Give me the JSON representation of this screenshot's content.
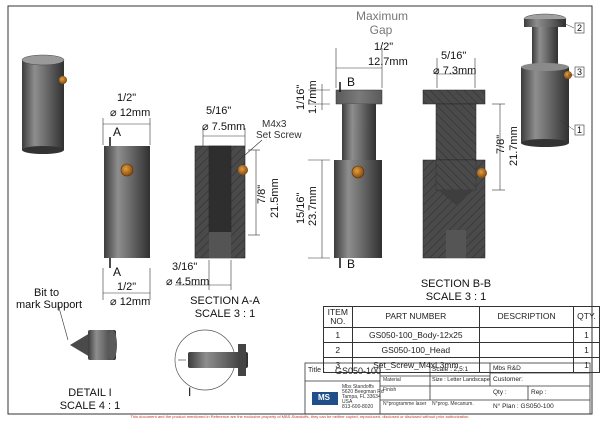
{
  "gap": {
    "title_1": "Maximum",
    "title_2": "Gap",
    "imperial": "1/2\"",
    "metric": "12.7mm"
  },
  "body_view": {
    "top_dia_imp": "1/2\"",
    "top_dia_met": "12mm",
    "bottom_dia_imp": "1/2\"",
    "bottom_dia_met": "12mm",
    "section_letter_top": "A",
    "section_letter_bottom": "A"
  },
  "section_aa": {
    "bore_imp": "5/16\"",
    "bore_met": "7.5mm",
    "set_screw_1": "M4x3",
    "set_screw_2": "Set Screw",
    "depth_imp": "7/8\"",
    "depth_met": "21.5mm",
    "tap_imp": "3/16\"",
    "tap_met": "4.5mm",
    "title": "SECTION A-A",
    "scale": "SCALE 3 : 1"
  },
  "head_view": {
    "head_imp": "1/16\"",
    "head_met": "1.7mm",
    "len_imp": "15/16\"",
    "len_met": "23.7mm",
    "section_letter_top": "B",
    "section_letter_bottom": "B"
  },
  "section_bb": {
    "dia_imp": "5/16\"",
    "dia_met": "7.3mm",
    "depth_imp": "7/8\"",
    "depth_met": "21.7mm",
    "title": "SECTION B-B",
    "scale": "SCALE 3 : 1"
  },
  "detail": {
    "note_1": "Bit to",
    "note_2": "mark Support",
    "title": "DETAIL I",
    "scale": "SCALE 4 : 1",
    "letter": "I"
  },
  "balloons": [
    "2",
    "3",
    "1"
  ],
  "bom": {
    "headers": [
      "ITEM NO.",
      "PART NUMBER",
      "DESCRIPTION",
      "QTY."
    ],
    "rows": [
      {
        "item": "1",
        "part": "GS050-100_Body-12x25",
        "desc": "",
        "qty": "1"
      },
      {
        "item": "2",
        "part": "GS050-100_Head",
        "desc": "",
        "qty": "1"
      },
      {
        "item": "3",
        "part": "Set_Screw_M4xL3mm",
        "desc": "",
        "qty": "1"
      }
    ]
  },
  "title_block": {
    "title_label": "Title :",
    "title": "GS050-100",
    "scale": "Scale : 2,5:1",
    "size": "Size : Letter Landscape",
    "company": "Mbs R&D",
    "customer": "Customer:",
    "qty": "Qty :",
    "rep": "Rep :",
    "plan": "N° Plan : GS050-100",
    "material": "Material",
    "finish": "Finish",
    "program": "N°programme laser",
    "mecanum": "N°prog. Mecanum.",
    "logo": "MS",
    "address": [
      "Mbs Standoffs",
      "5620 Beegman Rd",
      "Tampa, FL 33634",
      "USA",
      "813-600-8020"
    ]
  },
  "footer": "This document and the product mentioned in Reference are the exclusive property of MBS-Standoffs, they can be neither copied, reproduced, disclosed or disclosed without prior authorization."
}
